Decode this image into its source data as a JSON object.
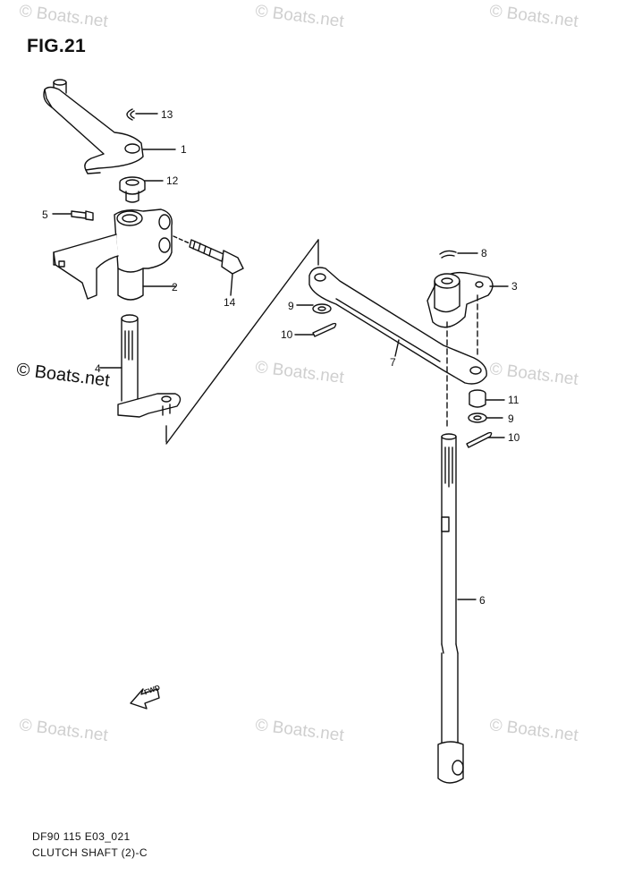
{
  "figure": {
    "title": "FIG.21"
  },
  "watermarks": [
    "© Boats.net",
    "© Boats.net",
    "© Boats.net",
    "© Boats.net",
    "© Boats.net",
    "© Boats.net",
    "© Boats.net",
    "© Boats.net",
    "© Boats.net"
  ],
  "callouts": [
    "13",
    "1",
    "12",
    "5",
    "2",
    "14",
    "4",
    "8",
    "3",
    "9",
    "10",
    "7",
    "11",
    "9",
    "10",
    "6"
  ],
  "fwd_label": "FWD",
  "footer": {
    "code": "DF90 115 E03_021",
    "caption": "CLUTCH SHAFT (2)-C"
  }
}
